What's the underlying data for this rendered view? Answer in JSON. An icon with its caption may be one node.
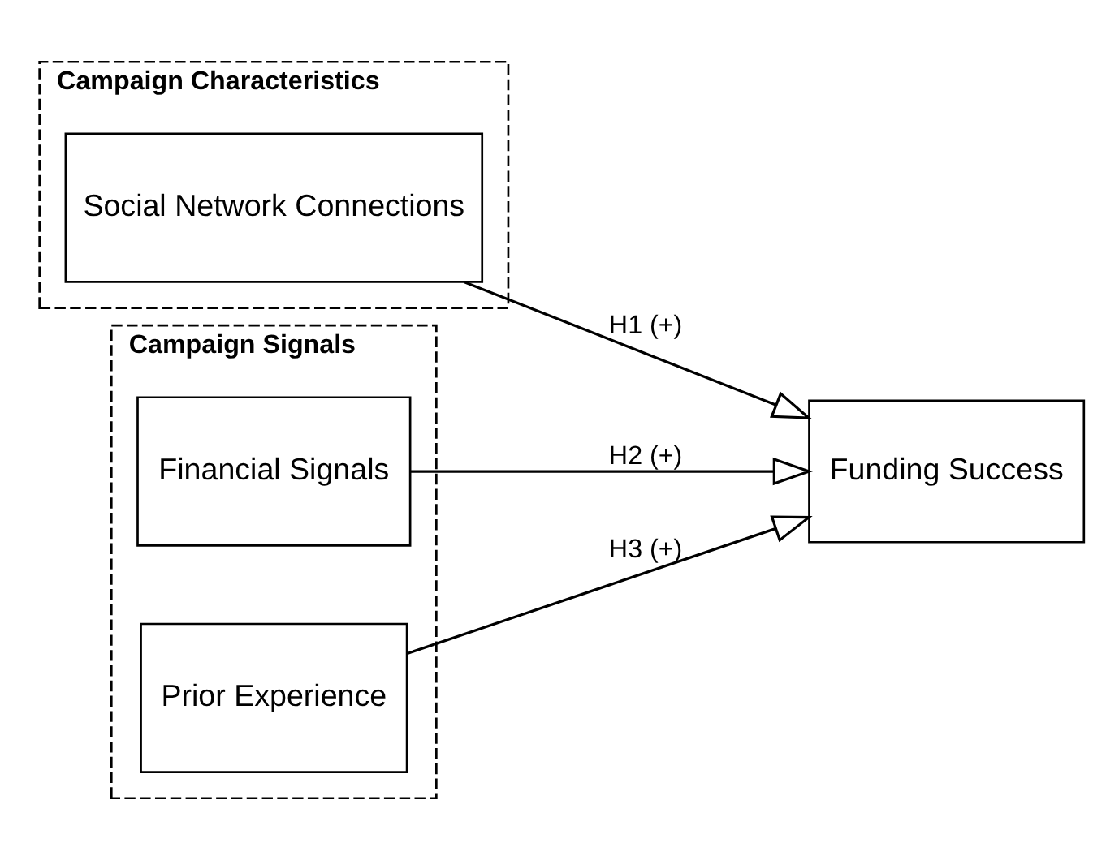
{
  "diagram": {
    "nodes": [
      {
        "text": [
          "Campaign Characteristics"
        ]
      },
      {
        "text": [
          "Social Network Connections"
        ],
        "in": 0
      },
      {
        "text": [
          "Campaign Signals"
        ]
      },
      {
        "text": [
          "Financial Signals"
        ],
        "in": 2
      },
      {
        "text": [
          "Prior Experience"
        ],
        "in": 2
      },
      {
        "text": [
          "Funding Success"
        ]
      }
    ],
    "edges": [
      {
        "from": 1,
        "to": 5,
        "arrow": "to",
        "label": "H1 (+)"
      },
      {
        "from": 3,
        "to": 5,
        "arrow": "to",
        "label": "H2 (+)"
      },
      {
        "from": 4,
        "to": 5,
        "arrow": "to",
        "label": "H3 (+)"
      }
    ]
  }
}
